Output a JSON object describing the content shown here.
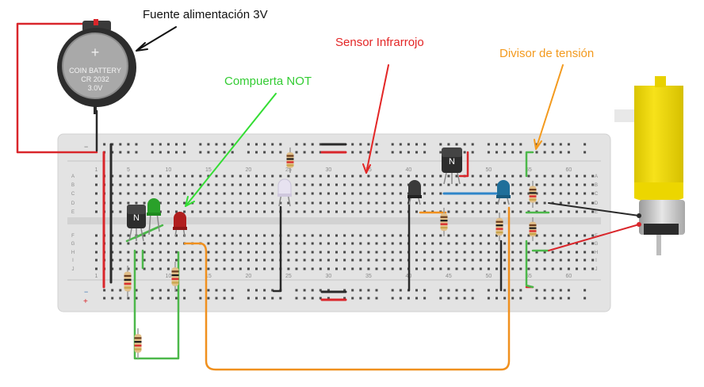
{
  "annotations": {
    "power_supply": "Fuente alimentación 3V",
    "ir_sensor": "Sensor Infrarrojo",
    "not_gate": "Compuerta NOT",
    "voltage_divider": "Divisor de tensión"
  },
  "colors": {
    "power_supply": "#111111",
    "ir_sensor": "#e32626",
    "not_gate": "#33dd33",
    "voltage_divider": "#f39a1e",
    "breadboard": "#e3e3e3",
    "wire_red": "#d9262b",
    "wire_black": "#2a2a2a",
    "wire_green": "#4cb84a",
    "wire_orange": "#f0901e",
    "wire_blue": "#2f86c9",
    "motor_yellow": "#f4dd00"
  },
  "battery": {
    "symbol": "+",
    "line1": "COIN BATTERY",
    "line2": "CR 2032",
    "line3": "3.0V"
  },
  "breadboard": {
    "column_numbers": [
      "1",
      "5",
      "10",
      "15",
      "20",
      "25",
      "30",
      "35",
      "40",
      "45",
      "50",
      "55",
      "60"
    ],
    "row_letters_top": [
      "A",
      "B",
      "C",
      "D",
      "E"
    ],
    "row_letters_bottom": [
      "F",
      "G",
      "H",
      "I",
      "J"
    ],
    "rail_minus": "−",
    "rail_plus": "+"
  },
  "transistors": {
    "label": "N"
  },
  "icons": {
    "battery": "coin-battery-icon",
    "motor": "dc-motor-icon",
    "transistor": "npn-transistor-icon",
    "led": "led-icon",
    "resistor": "resistor-icon"
  }
}
